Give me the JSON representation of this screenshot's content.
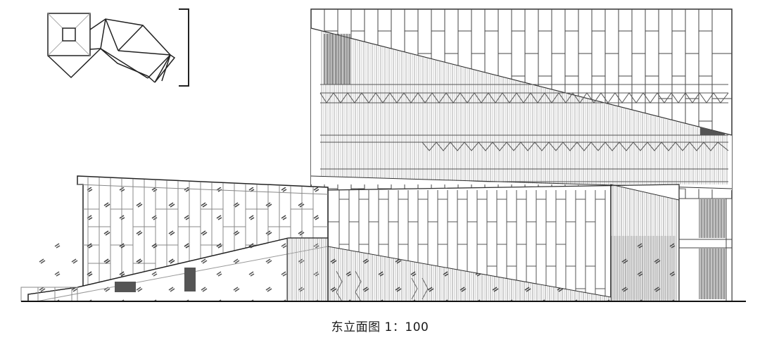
{
  "drawing": {
    "title": "东立面图",
    "scale": "1：100",
    "caption": "东立面图 1：100",
    "type": "architectural east elevation"
  },
  "key_plan": {
    "description": "site key plan with square volume and faceted triangular volumes",
    "bracket": "elevation direction marker"
  },
  "colors": {
    "line": "#333333",
    "light_line": "#8a8a8a",
    "fill_dark": "#555555",
    "background": "#ffffff"
  }
}
